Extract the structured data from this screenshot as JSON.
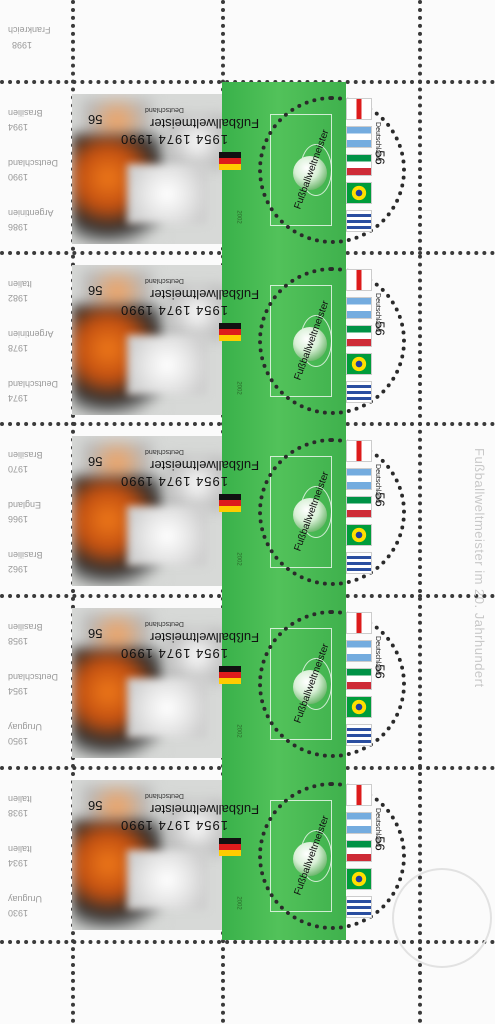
{
  "sheet": {
    "side_title": "Fußballweltmeister im 20. Jahrhundert",
    "top_margin": {
      "year": "1998",
      "country": "Frankreich"
    },
    "rows": [
      {
        "stamp_left": {
          "title": "Fußballweltmeister",
          "years": "1954  1974  1990",
          "country_label": "Deutschland",
          "value": "56"
        },
        "stamp_right": {
          "arc_text": "Fußballweltmeister",
          "country_label": "Deutschland",
          "value": "56",
          "year": "2002"
        },
        "margin": {
          "year_a": "1994",
          "country_a": "Brasilien",
          "year_b": "1990",
          "country_b": "Deutschland",
          "year_c": "1986",
          "country_c": "Argentinien"
        }
      },
      {
        "stamp_left": {
          "title": "Fußballweltmeister",
          "years": "1954  1974  1990",
          "country_label": "Deutschland",
          "value": "56"
        },
        "stamp_right": {
          "arc_text": "Fußballweltmeister",
          "country_label": "Deutschland",
          "value": "56",
          "year": "2002"
        },
        "margin": {
          "year_a": "1982",
          "country_a": "Italien",
          "year_b": "1978",
          "country_b": "Argentinien",
          "year_c": "1974",
          "country_c": "Deutschland"
        }
      },
      {
        "stamp_left": {
          "title": "Fußballweltmeister",
          "years": "1954  1974  1990",
          "country_label": "Deutschland",
          "value": "56"
        },
        "stamp_right": {
          "arc_text": "Fußballweltmeister",
          "country_label": "Deutschland",
          "value": "56",
          "year": "2002"
        },
        "margin": {
          "year_a": "1970",
          "country_a": "Brasilien",
          "year_b": "1966",
          "country_b": "England",
          "year_c": "1962",
          "country_c": "Brasilien"
        }
      },
      {
        "stamp_left": {
          "title": "Fußballweltmeister",
          "years": "1954  1974  1990",
          "country_label": "Deutschland",
          "value": "56"
        },
        "stamp_right": {
          "arc_text": "Fußballweltmeister",
          "country_label": "Deutschland",
          "value": "56",
          "year": "2002"
        },
        "margin": {
          "year_a": "1958",
          "country_a": "Brasilien",
          "year_b": "1954",
          "country_b": "Deutschland",
          "year_c": "1950",
          "country_c": "Uruguay"
        }
      },
      {
        "stamp_left": {
          "title": "Fußballweltmeister",
          "years": "1954  1974  1990",
          "country_label": "Deutschland",
          "value": "56"
        },
        "stamp_right": {
          "arc_text": "Fußballweltmeister",
          "country_label": "Deutschland",
          "value": "56",
          "year": "2002"
        },
        "margin": {
          "year_a": "1938",
          "country_a": "Italien",
          "year_b": "1934",
          "country_b": "Italien",
          "year_c": "1930",
          "country_c": "Uruguay"
        }
      }
    ]
  },
  "colors": {
    "pitch_green": "#45b64f",
    "perforation": "#3a3a3a",
    "flag_black": "#111111",
    "flag_red": "#dd1c1c",
    "flag_gold": "#ffcc00"
  },
  "icons": [
    "football-icon",
    "german-flag-icon",
    "world-cup-badge-icon"
  ]
}
